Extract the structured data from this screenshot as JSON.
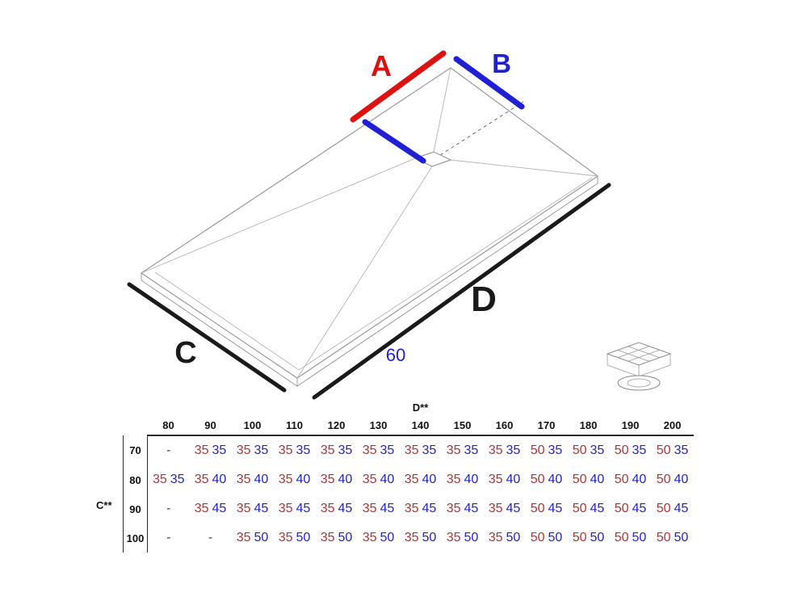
{
  "diagram": {
    "labels": {
      "a": "A",
      "b": "B",
      "c": "C",
      "d": "D",
      "width_note": "60"
    }
  },
  "table": {
    "col_group_label": "D**",
    "row_group_label": "C**",
    "columns": [
      "80",
      "90",
      "100",
      "110",
      "120",
      "130",
      "140",
      "150",
      "160",
      "170",
      "180",
      "190",
      "200"
    ],
    "rows": [
      {
        "label": "70",
        "cells": [
          [
            "-"
          ],
          [
            "35",
            "35"
          ],
          [
            "35",
            "35"
          ],
          [
            "35",
            "35"
          ],
          [
            "35",
            "35"
          ],
          [
            "35",
            "35"
          ],
          [
            "35",
            "35"
          ],
          [
            "35",
            "35"
          ],
          [
            "35",
            "35"
          ],
          [
            "50",
            "35"
          ],
          [
            "50",
            "35"
          ],
          [
            "50",
            "35"
          ],
          [
            "50",
            "35"
          ]
        ]
      },
      {
        "label": "80",
        "cells": [
          [
            "35",
            "35"
          ],
          [
            "35",
            "40"
          ],
          [
            "35",
            "40"
          ],
          [
            "35",
            "40"
          ],
          [
            "35",
            "40"
          ],
          [
            "35",
            "40"
          ],
          [
            "35",
            "40"
          ],
          [
            "35",
            "40"
          ],
          [
            "35",
            "40"
          ],
          [
            "50",
            "40"
          ],
          [
            "50",
            "40"
          ],
          [
            "50",
            "40"
          ],
          [
            "50",
            "40"
          ]
        ]
      },
      {
        "label": "90",
        "cells": [
          [
            "-"
          ],
          [
            "35",
            "45"
          ],
          [
            "35",
            "45"
          ],
          [
            "35",
            "45"
          ],
          [
            "35",
            "45"
          ],
          [
            "35",
            "45"
          ],
          [
            "35",
            "45"
          ],
          [
            "35",
            "45"
          ],
          [
            "35",
            "45"
          ],
          [
            "50",
            "45"
          ],
          [
            "50",
            "45"
          ],
          [
            "50",
            "45"
          ],
          [
            "50",
            "45"
          ]
        ]
      },
      {
        "label": "100",
        "cells": [
          [
            "-"
          ],
          [
            "-"
          ],
          [
            "35",
            "50"
          ],
          [
            "35",
            "50"
          ],
          [
            "35",
            "50"
          ],
          [
            "35",
            "50"
          ],
          [
            "35",
            "50"
          ],
          [
            "35",
            "50"
          ],
          [
            "35",
            "50"
          ],
          [
            "50",
            "50"
          ],
          [
            "50",
            "50"
          ],
          [
            "50",
            "50"
          ],
          [
            "50",
            "50"
          ]
        ]
      }
    ]
  },
  "colors": {
    "dim_red": "#dd1111",
    "dim_blue": "#1f1fd6",
    "table_red": "#b23333",
    "table_blue": "#2525c8",
    "line_black": "#1a1a1a",
    "tray_stroke": "#9a9a9a"
  }
}
